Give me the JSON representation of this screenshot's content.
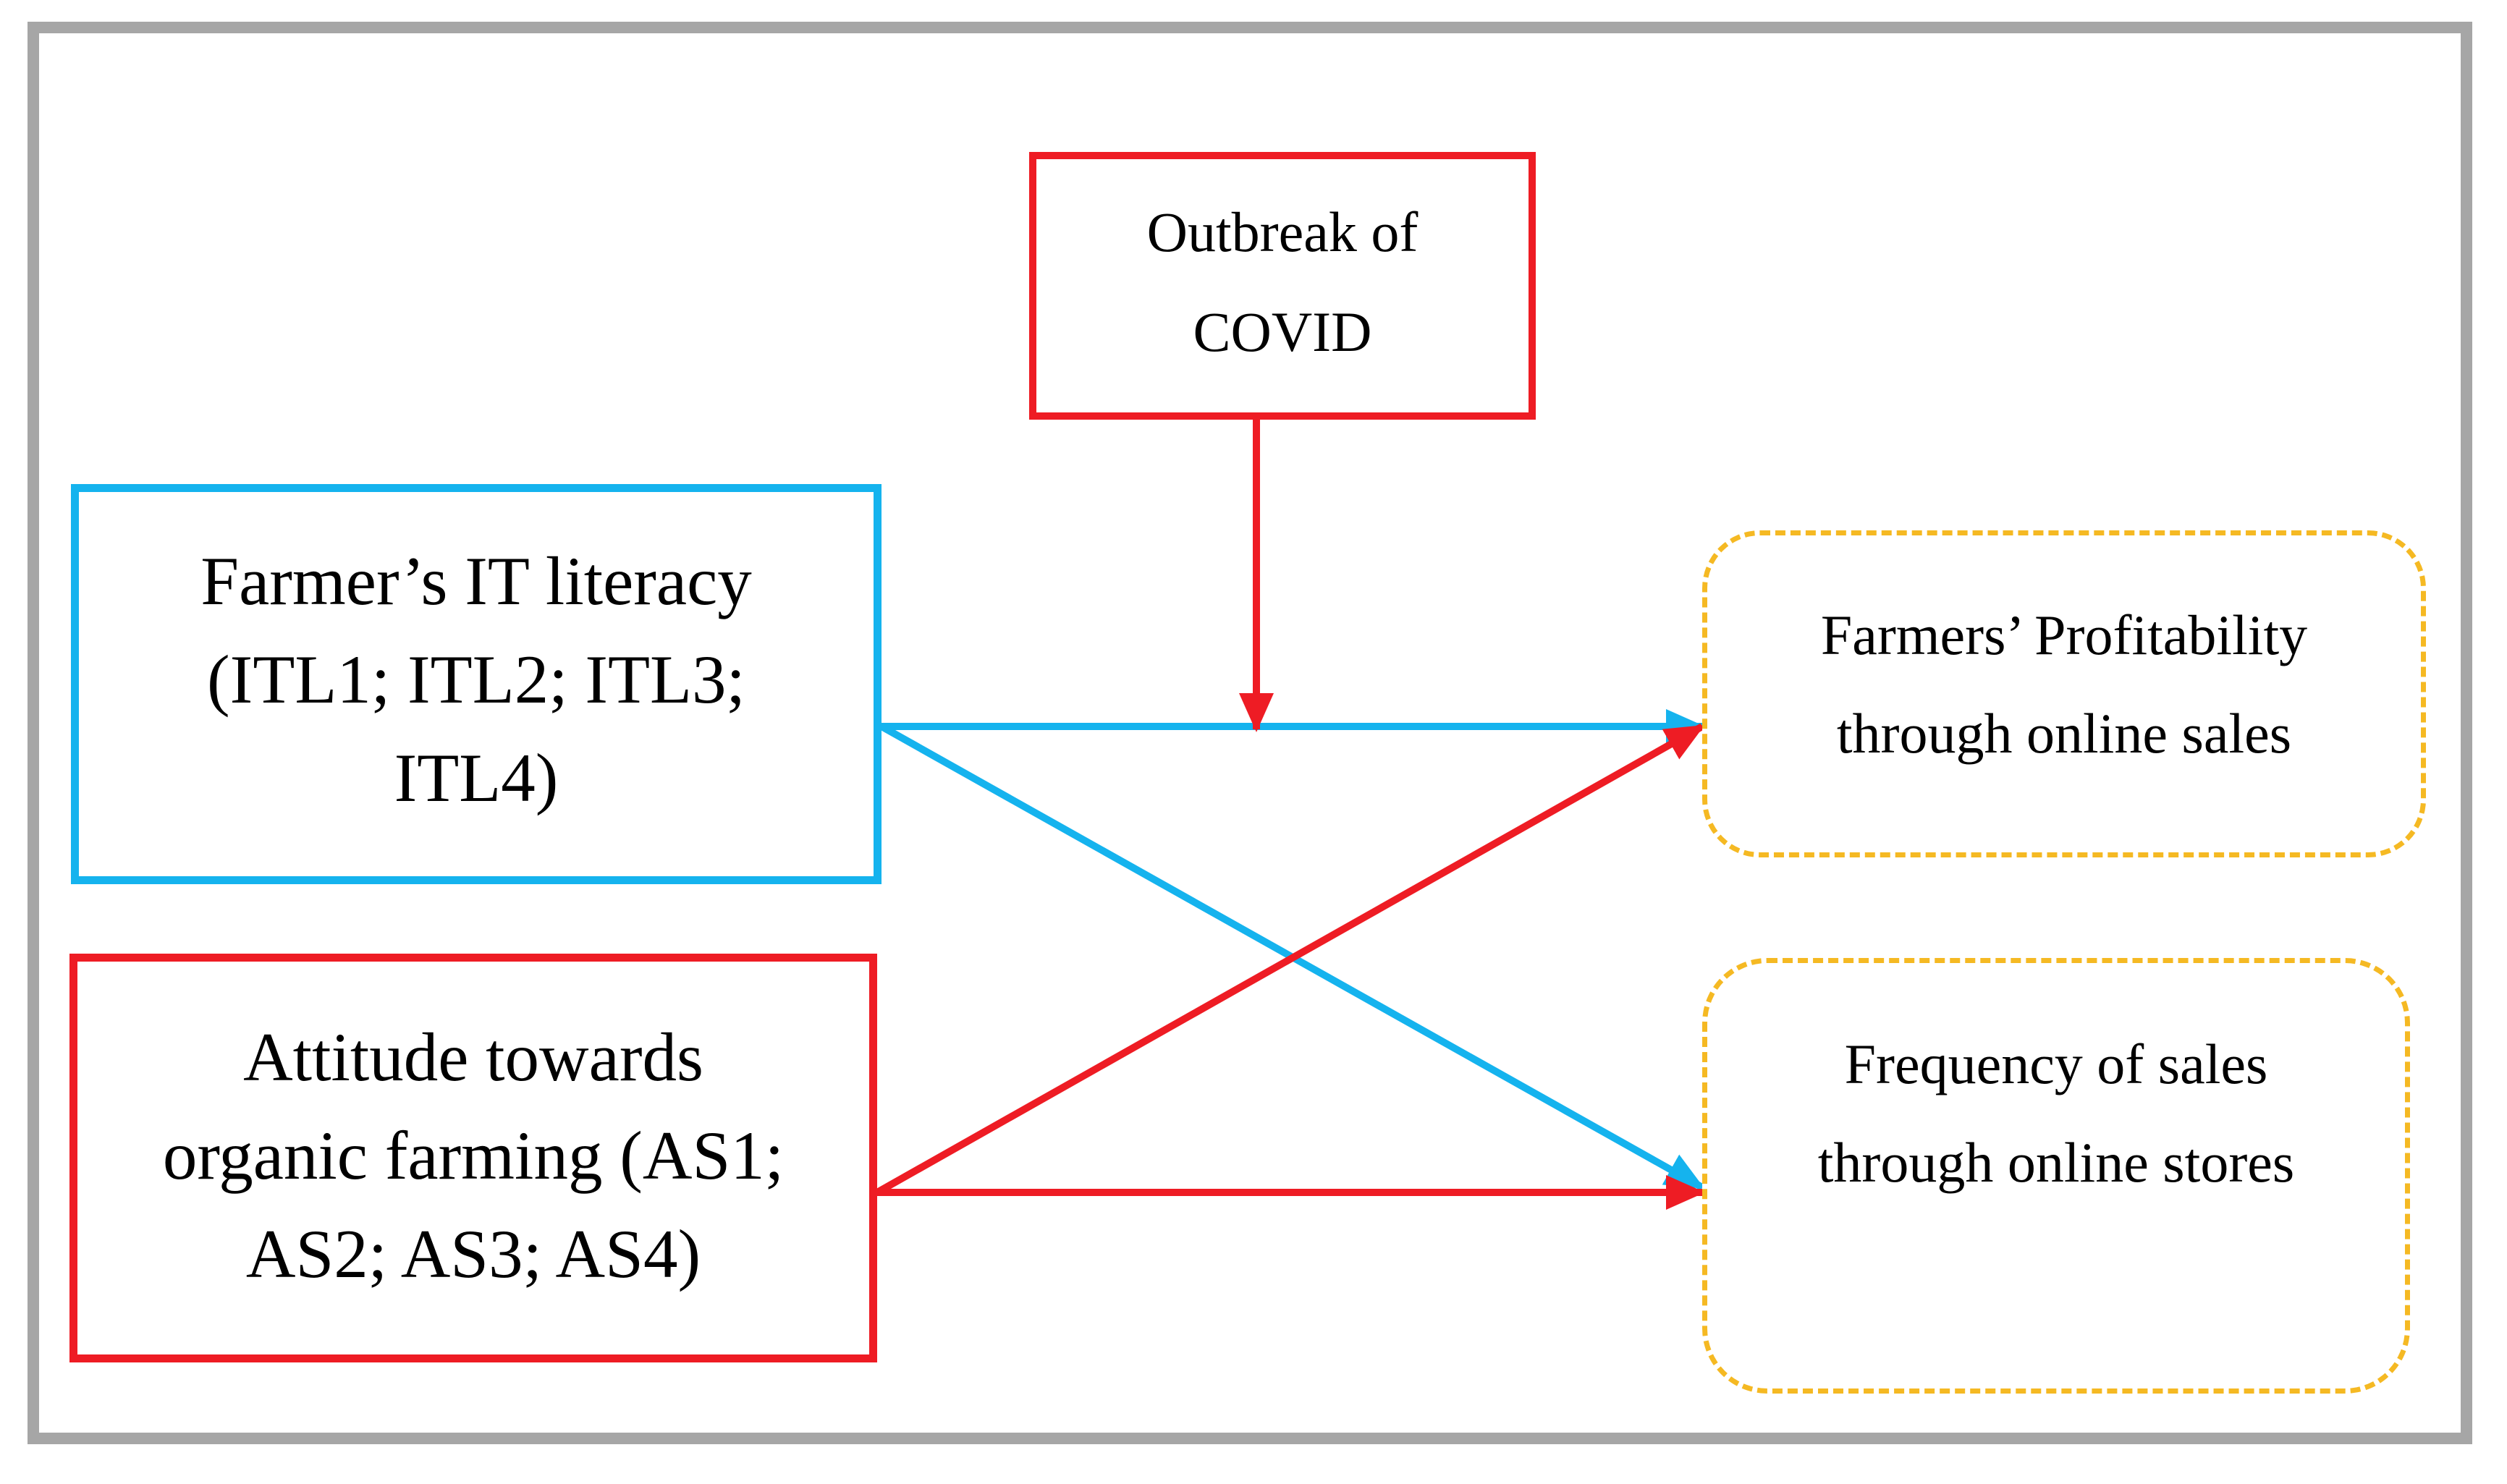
{
  "diagram": {
    "colors": {
      "moderator": "#ee1c24",
      "it_literacy": "#15b3ee",
      "attitude": "#ee1c24",
      "outcome_border": "#f5b923",
      "frame": "#a6a6a6"
    },
    "nodes": {
      "covid": {
        "lines": [
          "Outbreak of",
          "COVID"
        ]
      },
      "it_literacy": {
        "lines": [
          "Farmer’s IT literacy",
          "(ITL1; ITL2; ITL3;",
          "ITL4)"
        ]
      },
      "attitude": {
        "lines": [
          "Attitude towards",
          "organic farming (AS1;",
          "AS2; AS3; AS4)"
        ]
      },
      "profitability": {
        "lines": [
          "Farmers’ Profitability",
          "through online sales"
        ]
      },
      "frequency": {
        "lines": [
          "Frequency of sales",
          "through online stores"
        ]
      }
    },
    "edges": [
      {
        "from": "it_literacy",
        "to": "profitability",
        "color": "#15b3ee"
      },
      {
        "from": "it_literacy",
        "to": "frequency",
        "color": "#15b3ee"
      },
      {
        "from": "attitude",
        "to": "profitability",
        "color": "#ee1c24"
      },
      {
        "from": "attitude",
        "to": "frequency",
        "color": "#ee1c24"
      },
      {
        "from": "covid",
        "to": "it_literacy-profitability-path",
        "color": "#ee1c24"
      }
    ]
  }
}
